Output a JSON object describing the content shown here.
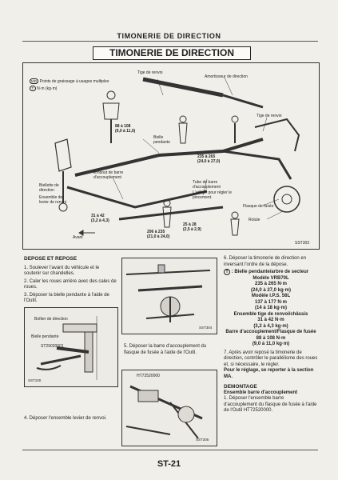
{
  "header": {
    "running_title": "TIMONERIE DE DIRECTION",
    "box_title": "TIMONERIE DE DIRECTION"
  },
  "diagram": {
    "legend": {
      "mg_badge": "MG",
      "t_badge": "T",
      "grease": "Points de graissage à usages multiples",
      "torque": "N·m (kg·m)"
    },
    "labels": {
      "tige_renvoi_top": "Tige de renvoi",
      "amortisseur": "Amortisseur de direction",
      "tige_renvoi_right": "Tige de renvoi",
      "torque_88_108": "88 à 108",
      "torque_88_108_kgm": "(9,0 à 11,0)",
      "bielle_pendante": "Bielle pendante",
      "torque_235_265": "235 à 265",
      "torque_235_265_kgm": "(24,0 à 27,0)",
      "embout": "Embout de barre d'accouplement",
      "biellette": "Biellette de direction",
      "ensemble_levier": "Ensemble de levier de renvoi",
      "tube_barre": "Tube de barre d'accouplement",
      "tube_note": "L'utiliser pour régler le pincement.",
      "flasque_fusee": "Flasque de fusée",
      "rotule": "Rotule",
      "torque_31_42": "31 à 42",
      "torque_31_42_kgm": "(3,2 à 4,3)",
      "torque_25_28": "25 à 28",
      "torque_25_28_kgm": "(2,5 à 2,9)",
      "torque_206_235": "206 à 235",
      "torque_206_235_kgm": "(21,0 à 24,0)",
      "avant": "Avant",
      "sst_code": "SST303"
    }
  },
  "left_col": {
    "heading": "DEPOSE ET REPOSE",
    "steps": [
      "1.   Soulever l'avant du véhicule et le soutenir sur chandelles.",
      "2.   Caler les roues arrière avec des cales de roues.",
      "3.   Déposer la bielle pendante à l'aide de l'Outil."
    ],
    "fig1_labels": {
      "boitier": "Boîtier de direction",
      "bielle": "Bielle pendante",
      "tool": "ST29020001",
      "sst": "SST100"
    },
    "step4": "4.   Déposer l'ensemble levier de renvoi."
  },
  "mid_col": {
    "fig2_sst": "SST304",
    "step5": "5.   Déposer la barre d'accouplement du flasque de fusée à l'aide de l'Outil.",
    "fig3_tool": "HT72520000",
    "fig3_sst": "SST305"
  },
  "right_col": {
    "step6": "6.   Déposer la timonerie de direction en inversant l'ordre de la dépose.",
    "torque_intro": ": Bielle pendante/arbre de secteur",
    "model1": "Modèle VRB70L",
    "model1_nm": "235 à 265 N·m",
    "model1_kgm": "(24,0 à 27,0 kg·m)",
    "model2": "Modèle I.P.S. 56L",
    "model2_nm": "137 à 177 N·m",
    "model2_kgm": "(14 à 18 kg·m)",
    "assembly": "Ensemble tige de renvoi/châssis",
    "assembly_nm": "31 à 42 N·m",
    "assembly_kgm": "(3,2 à 4,3 kg·m)",
    "tie": "Barre d'accouplement/Flasque de fusée",
    "tie_nm": "88 à 108 N·m",
    "tie_kgm": "(9,0 à 11,0 kg·m)",
    "step7": "7.   Après avoir reposé la timonerie de direction, contrôler le parallélisme des roues et, si nécessaire, le régler.",
    "adjust_note": "Pour le réglage, se reporter à la section MA.",
    "demontage": "DEMONTAGE",
    "ensemble_barre": "Ensemble barre d'accouplement",
    "step_d1": "1.   Déposer l'ensemble barre d'accouplement du flasque de fusée à l'aide de l'Outil HT72520000."
  },
  "footer": {
    "page": "ST-21"
  }
}
